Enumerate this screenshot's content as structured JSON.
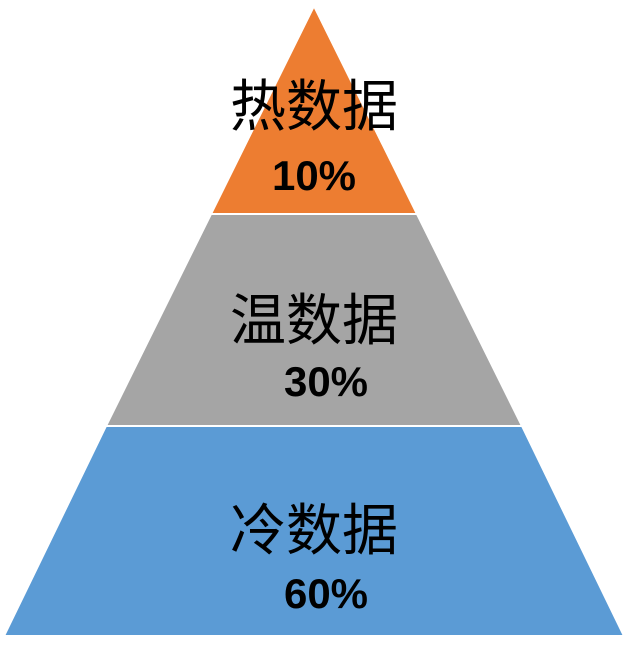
{
  "pyramid": {
    "tiers": [
      {
        "name": "热数据",
        "percent": "10%",
        "color": "#ED7D31"
      },
      {
        "name": "温数据",
        "percent": "30%",
        "color": "#A5A5A5"
      },
      {
        "name": "冷数据",
        "percent": "60%",
        "color": "#5B9BD5"
      }
    ]
  }
}
